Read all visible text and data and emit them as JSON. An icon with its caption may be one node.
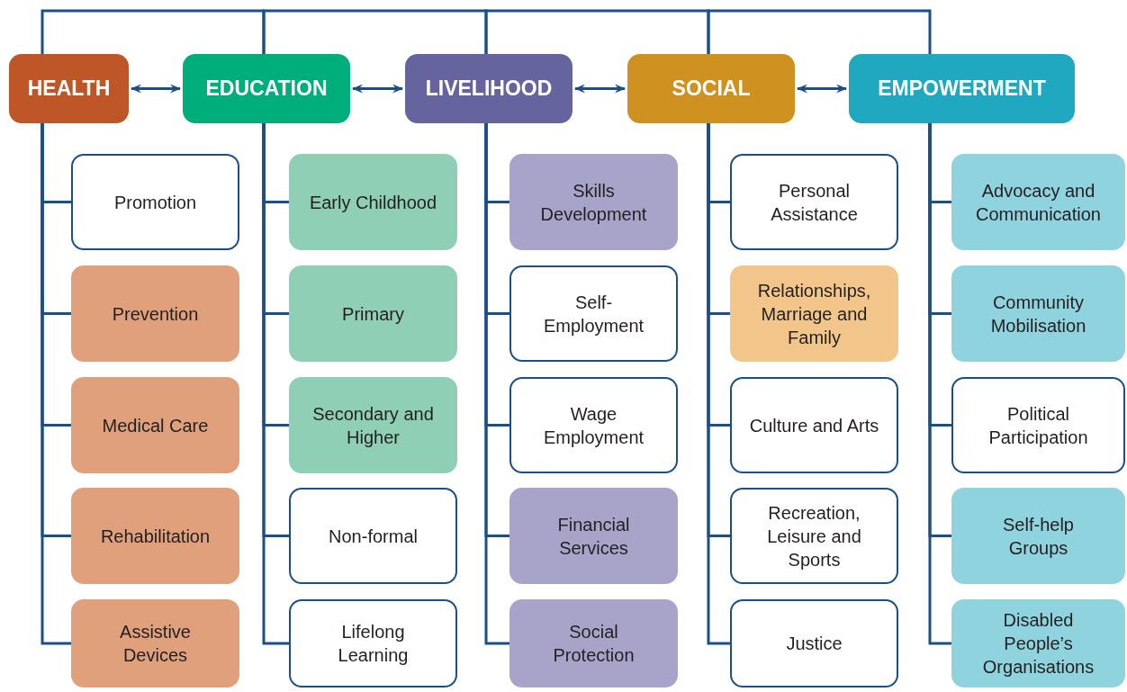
{
  "diagram": {
    "nodes": [
      {
        "text": [
          "HEALTH"
        ]
      },
      {
        "text": [
          "EDUCATION"
        ]
      },
      {
        "text": [
          "LIVELIHOOD"
        ]
      },
      {
        "text": [
          "SOCIAL"
        ]
      },
      {
        "text": [
          "EMPOWERMENT"
        ]
      },
      {
        "text": [
          "Promotion"
        ]
      },
      {
        "text": [
          "Prevention"
        ]
      },
      {
        "text": [
          "Medical Care"
        ]
      },
      {
        "text": [
          "Rehabilitation"
        ]
      },
      {
        "text": [
          "Assistive Devices"
        ]
      },
      {
        "text": [
          "Early Childhood"
        ]
      },
      {
        "text": [
          "Primary"
        ]
      },
      {
        "text": [
          "Secondary and Higher"
        ]
      },
      {
        "text": [
          "Non-formal"
        ]
      },
      {
        "text": [
          "Lifelong Learning"
        ]
      },
      {
        "text": [
          "Skills Development"
        ]
      },
      {
        "text": [
          "Self-Employment"
        ]
      },
      {
        "text": [
          "Wage Employment"
        ]
      },
      {
        "text": [
          "Financial Services"
        ]
      },
      {
        "text": [
          "Social Protection"
        ]
      },
      {
        "text": [
          "Personal Assistance"
        ]
      },
      {
        "text": [
          "Relationships, Marriage and Family"
        ]
      },
      {
        "text": [
          "Culture and Arts"
        ]
      },
      {
        "text": [
          "Recreation, Leisure and Sports"
        ]
      },
      {
        "text": [
          "Justice"
        ]
      },
      {
        "text": [
          "Advocacy and Communication"
        ]
      },
      {
        "text": [
          "Community Mobilisation"
        ]
      },
      {
        "text": [
          "Political Participation"
        ]
      },
      {
        "text": [
          "Self-help Groups"
        ]
      },
      {
        "text": [
          "Disabled People’s Organisations"
        ]
      }
    ],
    "edges": [
      {
        "from": 0,
        "to": 1,
        "arrow": "both"
      },
      {
        "from": 1,
        "to": 2,
        "arrow": "both"
      },
      {
        "from": 2,
        "to": 3,
        "arrow": "both"
      },
      {
        "from": 3,
        "to": 4,
        "arrow": "both"
      },
      {
        "from": 0,
        "to": 1,
        "arrow": "none"
      },
      {
        "from": 1,
        "to": 2,
        "arrow": "none"
      },
      {
        "from": 2,
        "to": 3,
        "arrow": "none"
      },
      {
        "from": 3,
        "to": 4,
        "arrow": "none"
      },
      {
        "from": 0,
        "to": 5,
        "arrow": "none"
      },
      {
        "from": 0,
        "to": 6,
        "arrow": "none"
      },
      {
        "from": 0,
        "to": 7,
        "arrow": "none"
      },
      {
        "from": 0,
        "to": 8,
        "arrow": "none"
      },
      {
        "from": 0,
        "to": 9,
        "arrow": "none"
      },
      {
        "from": 1,
        "to": 10,
        "arrow": "none"
      },
      {
        "from": 1,
        "to": 11,
        "arrow": "none"
      },
      {
        "from": 1,
        "to": 12,
        "arrow": "none"
      },
      {
        "from": 1,
        "to": 13,
        "arrow": "none"
      },
      {
        "from": 1,
        "to": 14,
        "arrow": "none"
      },
      {
        "from": 2,
        "to": 15,
        "arrow": "none"
      },
      {
        "from": 2,
        "to": 16,
        "arrow": "none"
      },
      {
        "from": 2,
        "to": 17,
        "arrow": "none"
      },
      {
        "from": 2,
        "to": 18,
        "arrow": "none"
      },
      {
        "from": 2,
        "to": 19,
        "arrow": "none"
      },
      {
        "from": 3,
        "to": 20,
        "arrow": "none"
      },
      {
        "from": 3,
        "to": 21,
        "arrow": "none"
      },
      {
        "from": 3,
        "to": 22,
        "arrow": "none"
      },
      {
        "from": 3,
        "to": 23,
        "arrow": "none"
      },
      {
        "from": 3,
        "to": 24,
        "arrow": "none"
      },
      {
        "from": 4,
        "to": 25,
        "arrow": "none"
      },
      {
        "from": 4,
        "to": 26,
        "arrow": "none"
      },
      {
        "from": 4,
        "to": 27,
        "arrow": "none"
      },
      {
        "from": 4,
        "to": 28,
        "arrow": "none"
      },
      {
        "from": 4,
        "to": 29,
        "arrow": "none"
      }
    ]
  }
}
